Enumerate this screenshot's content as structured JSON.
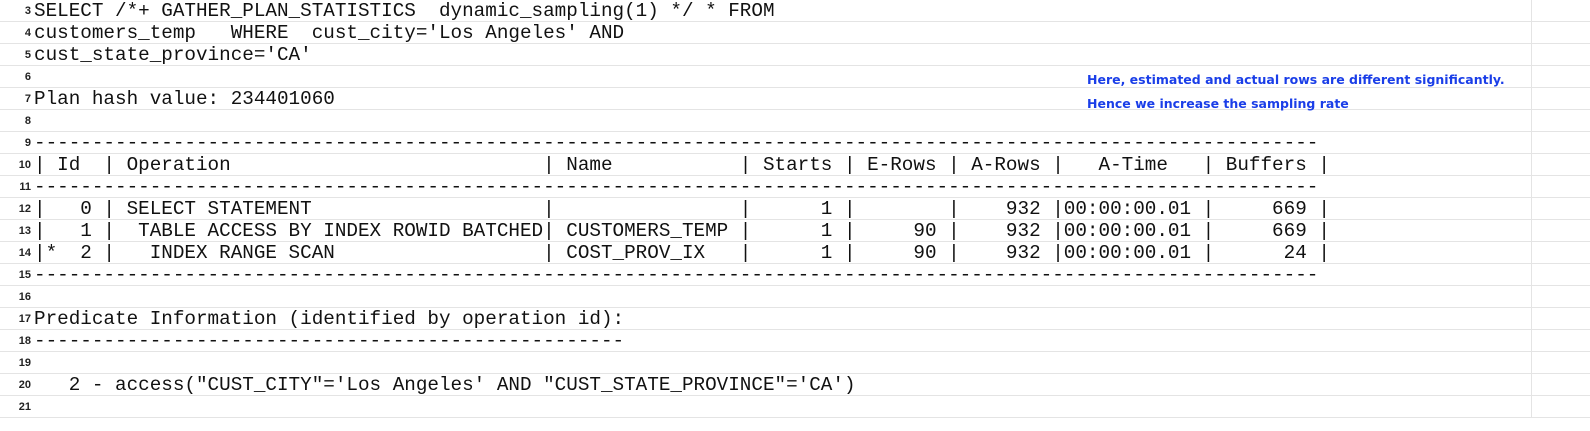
{
  "lines": [
    {
      "num": "3",
      "text": "SELECT /*+ GATHER_PLAN_STATISTICS  dynamic_sampling(1) */ * FROM"
    },
    {
      "num": "4",
      "text": "customers_temp   WHERE  cust_city='Los Angeles' AND"
    },
    {
      "num": "5",
      "text": "cust_state_province='CA'"
    },
    {
      "num": "6",
      "text": ""
    },
    {
      "num": "7",
      "text": "Plan hash value: 234401060"
    },
    {
      "num": "8",
      "text": ""
    },
    {
      "num": "9",
      "text": "---------------------------------------------------------------------------------------------------------------"
    },
    {
      "num": "10",
      "text": "| Id  | Operation                           | Name           | Starts | E-Rows | A-Rows |   A-Time   | Buffers |"
    },
    {
      "num": "11",
      "text": "---------------------------------------------------------------------------------------------------------------"
    },
    {
      "num": "12",
      "text": "|   0 | SELECT STATEMENT                    |                |      1 |        |    932 |00:00:00.01 |     669 |"
    },
    {
      "num": "13",
      "text": "|   1 |  TABLE ACCESS BY INDEX ROWID BATCHED| CUSTOMERS_TEMP |      1 |     90 |    932 |00:00:00.01 |     669 |"
    },
    {
      "num": "14",
      "text": "|*  2 |   INDEX RANGE SCAN                  | COST_PROV_IX   |      1 |     90 |    932 |00:00:00.01 |      24 |"
    },
    {
      "num": "15",
      "text": "---------------------------------------------------------------------------------------------------------------"
    },
    {
      "num": "16",
      "text": ""
    },
    {
      "num": "17",
      "text": "Predicate Information (identified by operation id):"
    },
    {
      "num": "18",
      "text": "---------------------------------------------------"
    },
    {
      "num": "19",
      "text": ""
    },
    {
      "num": "20",
      "text": "   2 - access(\"CUST_CITY\"='Los Angeles' AND \"CUST_STATE_PROVINCE\"='CA')"
    },
    {
      "num": "21",
      "text": ""
    }
  ],
  "annotation": {
    "line1": "Here, estimated and actual rows are different significantly.",
    "line2": "Hence we increase the sampling rate",
    "color": "#1a3ee8"
  }
}
